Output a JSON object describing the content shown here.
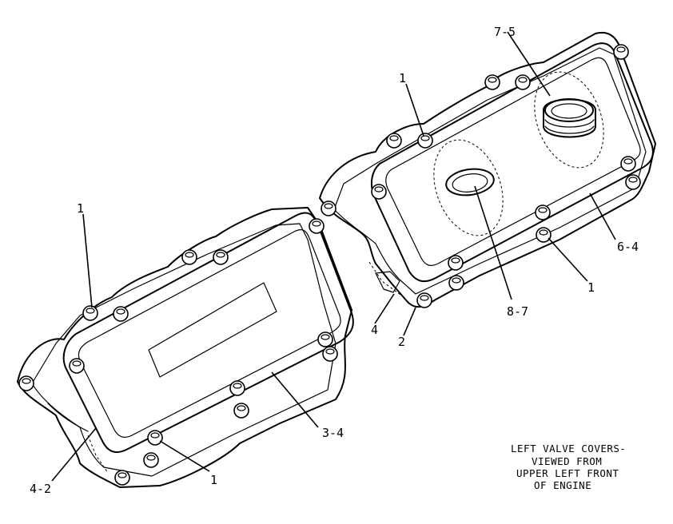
{
  "callouts": {
    "left_top_bolt": "1",
    "left_bottom_bolt": "1",
    "left_cover": "3-4",
    "left_gasket": "4-2",
    "right_top_bolt": "1",
    "right_bottom_bolt": "1",
    "right_cover": "6-4",
    "oil_filler": "7-5",
    "breather": "8-7",
    "right_gasket": "4",
    "right_seal": "2"
  },
  "caption": {
    "line1": "LEFT VALVE COVERS-",
    "line2": "VIEWED FROM",
    "line3": "UPPER LEFT FRONT",
    "line4": "OF ENGINE"
  },
  "icons": [
    "bolt-icon",
    "oil-filler-cap-icon",
    "breather-cap-icon"
  ]
}
